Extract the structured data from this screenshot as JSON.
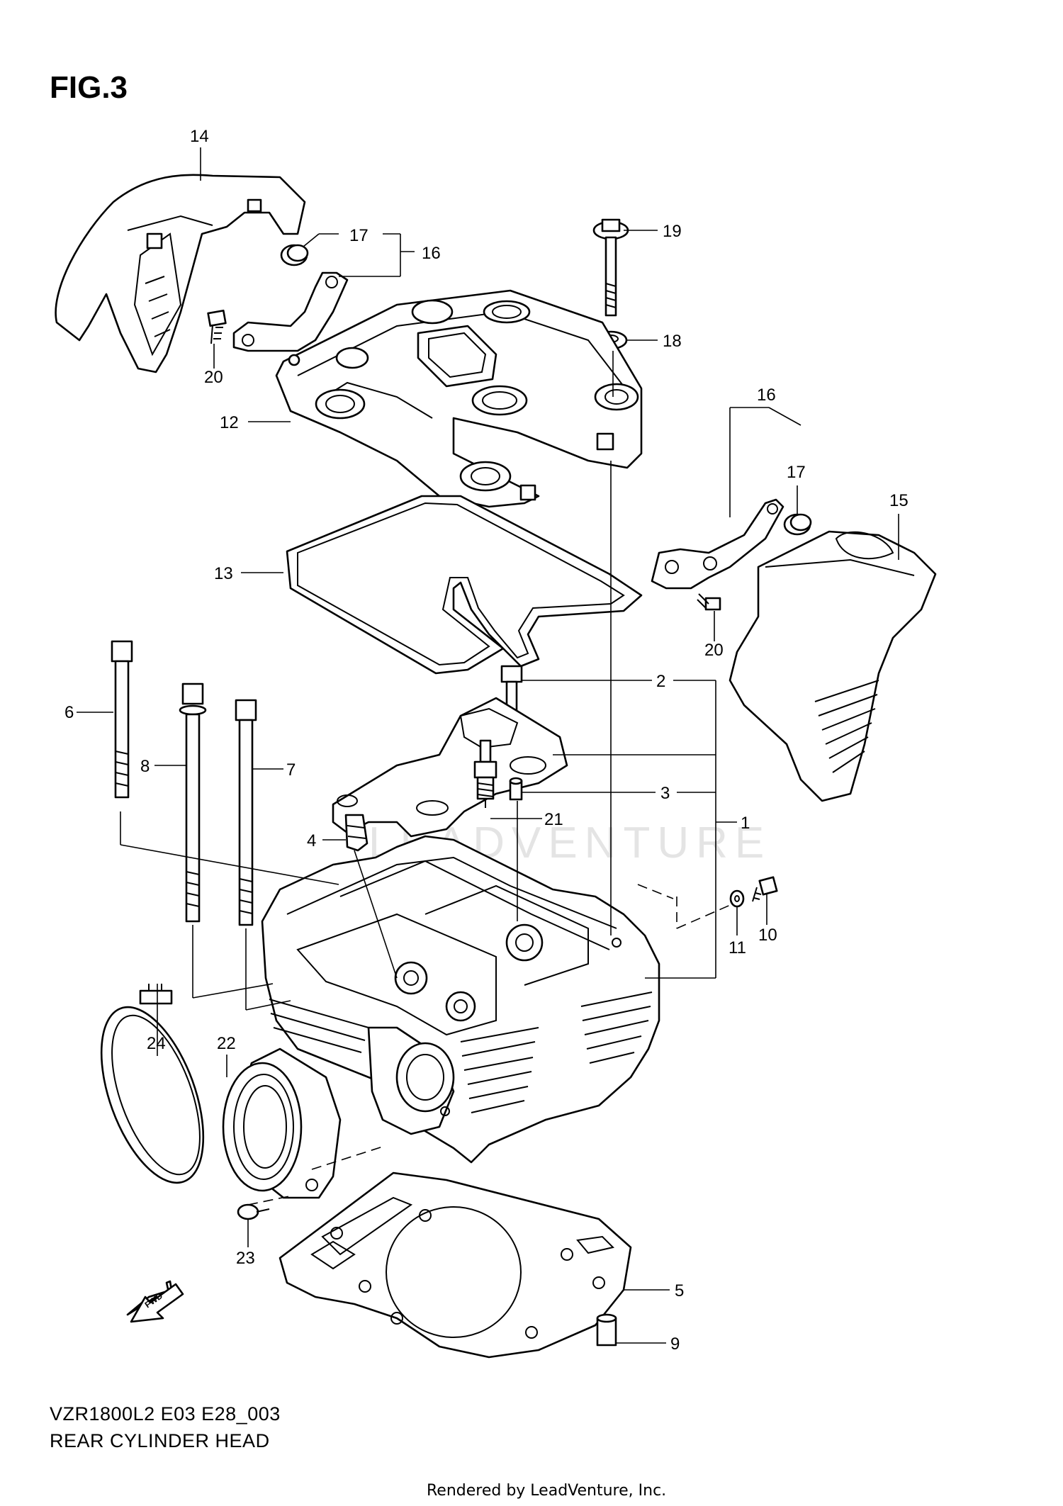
{
  "figure": {
    "title": "FIG.3",
    "model_code": "VZR1800L2 E03 E28_003",
    "section_name": "REAR CYLINDER HEAD",
    "credit": "Rendered by LeadVenture, Inc.",
    "watermark": "LEADVENTURE",
    "direction_arrow": "FWD"
  },
  "callouts": [
    {
      "id": "c14a",
      "label": "14"
    },
    {
      "id": "c17a",
      "label": "17"
    },
    {
      "id": "c16a",
      "label": "16"
    },
    {
      "id": "c19",
      "label": "19"
    },
    {
      "id": "c18",
      "label": "18"
    },
    {
      "id": "c20a",
      "label": "20"
    },
    {
      "id": "c12",
      "label": "12"
    },
    {
      "id": "c16b",
      "label": "16"
    },
    {
      "id": "c17b",
      "label": "17"
    },
    {
      "id": "c15",
      "label": "15"
    },
    {
      "id": "c13",
      "label": "13"
    },
    {
      "id": "c20b",
      "label": "20"
    },
    {
      "id": "c6",
      "label": "6"
    },
    {
      "id": "c2",
      "label": "2"
    },
    {
      "id": "c8",
      "label": "8"
    },
    {
      "id": "c7",
      "label": "7"
    },
    {
      "id": "c3",
      "label": "3"
    },
    {
      "id": "c1",
      "label": "1"
    },
    {
      "id": "c21",
      "label": "21"
    },
    {
      "id": "c4",
      "label": "4"
    },
    {
      "id": "c11",
      "label": "11"
    },
    {
      "id": "c10",
      "label": "10"
    },
    {
      "id": "c24",
      "label": "24"
    },
    {
      "id": "c22",
      "label": "22"
    },
    {
      "id": "c23",
      "label": "23"
    },
    {
      "id": "c5",
      "label": "5"
    },
    {
      "id": "c9",
      "label": "9"
    }
  ]
}
